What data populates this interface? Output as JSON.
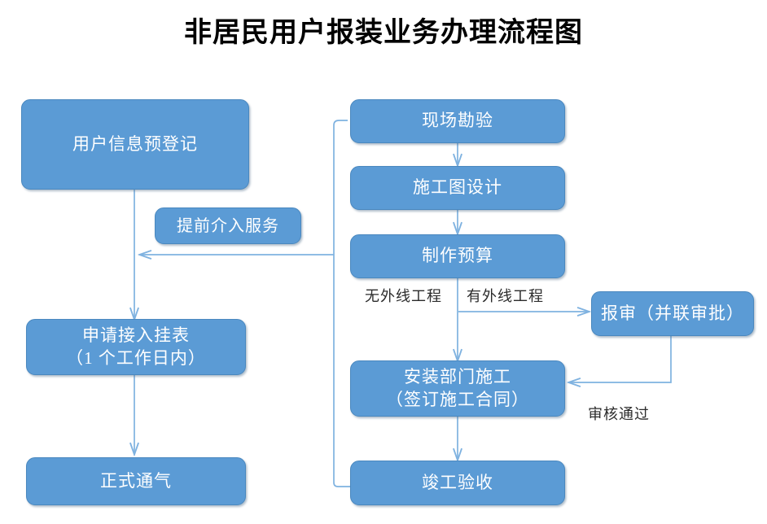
{
  "title": "非居民用户报装业务办理流程图",
  "theme": {
    "node_fill": "#5b9bd5",
    "node_border": "#4a88bf",
    "node_text": "#ffffff",
    "connector": "#7fb2e0",
    "label_text": "#2b2b2b",
    "background": "#ffffff"
  },
  "nodes": {
    "user_pre_register": {
      "label": "用户信息预登记"
    },
    "early_intervention": {
      "label": "提前介入服务"
    },
    "apply_meter": {
      "line1": "申请接入挂表",
      "line2": "（1 个工作日内）"
    },
    "formal_gas": {
      "label": "正式通气"
    },
    "site_survey": {
      "label": "现场勘验"
    },
    "construction_drawing": {
      "label": "施工图设计"
    },
    "make_budget": {
      "label": "制作预算"
    },
    "submit_review": {
      "label": "报审（并联审批）"
    },
    "install_dept": {
      "line1": "安装部门施工",
      "line2": "（签订施工合同）"
    },
    "completion_check": {
      "label": "竣工验收"
    }
  },
  "edge_labels": {
    "no_external_line": "无外线工程",
    "has_external_line": "有外线工程",
    "review_passed": "审核通过"
  }
}
